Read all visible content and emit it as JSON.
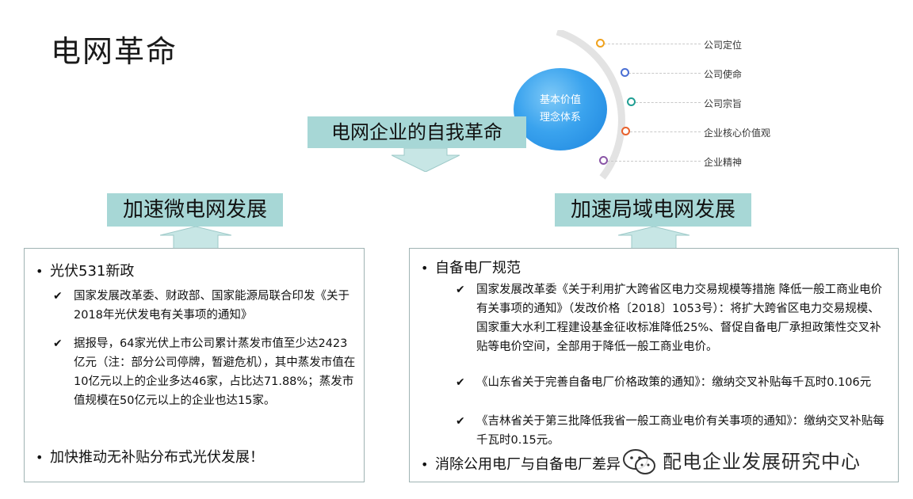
{
  "title": "电网革命",
  "concept": {
    "center_line1": "基本价值",
    "center_line2": "理念体系",
    "items": [
      {
        "label": "公司定位",
        "color": "#f0a21c"
      },
      {
        "label": "公司使命",
        "color": "#4a6fd4"
      },
      {
        "label": "公司宗旨",
        "color": "#1f9e93"
      },
      {
        "label": "企业核心价值观",
        "color": "#e8612c"
      },
      {
        "label": "企业精神",
        "color": "#8a55a6"
      }
    ]
  },
  "banner_main": "电网企业的自我革命",
  "banner_left": "加速微电网发展",
  "banner_right": "加速局域电网发展",
  "left": {
    "bullet1": "光伏531新政",
    "check1": "国家发展改革委、财政部、国家能源局联合印发《关于2018年光伏发电有关事项的通知》",
    "check2": "据报导，64家光伏上市公司累计蒸发市值至少达2423亿元（注：部分公司停牌，暂避危机），其中蒸发市值在10亿元以上的企业多达46家，占比达71.88%；蒸发市值规模在50亿元以上的企业也达15家。",
    "bullet2": "加快推动无补贴分布式光伏发展！"
  },
  "right": {
    "bullet1": "自备电厂规范",
    "check1": "国家发展改革委《关于利用扩大跨省区电力交易规模等措施 降低一般工商业电价有关事项的通知》（发改价格〔2018〕1053号）：将扩大跨省区电力交易规模、国家重大水利工程建设基金征收标准降低25%、督促自备电厂承担政策性交叉补贴等电价空间，全部用于降低一般工商业电价。",
    "check2": "《山东省关于完善自备电厂价格政策的通知》：缴纳交叉补贴每千瓦时0.106元",
    "check3": "《吉林省关于第三批降低我省一般工商业电价有关事项的通知》：缴纳交叉补贴每千瓦时0.15元。",
    "bullet2": "消除公用电厂与自备电厂差异"
  },
  "watermark": "配电企业发展研究中心"
}
